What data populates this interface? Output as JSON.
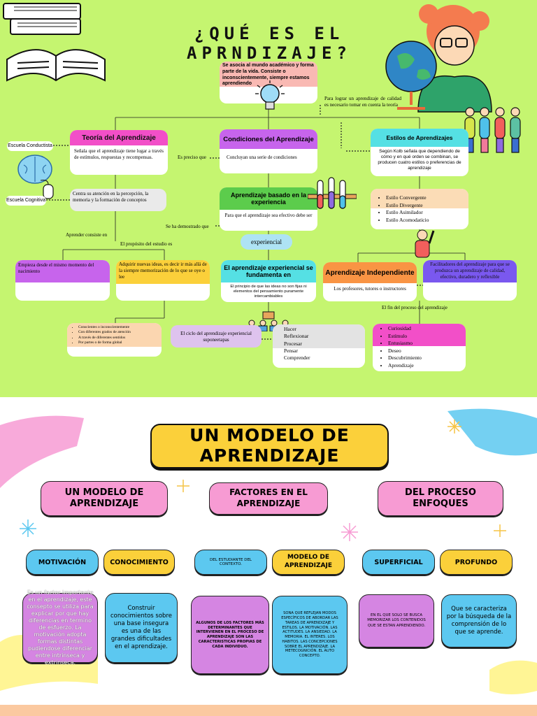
{
  "top": {
    "title": "¿QUÉ ES EL APRNDIZAJE?",
    "intro": "Se asocia al mundo académico y forma parte de la vida. Consiste o inconscientemente, siempre estamos aprendiendo",
    "theory": {
      "title": "Teoría del Aprendizaje",
      "desc": "Señala que el aprendizaje tiene lugar a través de estímulos, respuestas y recompensas.",
      "school1": "Escuela Conductista",
      "school2": "Escuela Cognitiva",
      "focus": "Centra su atención en la percepción, la memoria y la formación de conceptos",
      "consists": "Aprender consiste en",
      "purpose": "El propósito del estudio es",
      "left_box": "Empieza desde el mismo momento del nacimiento",
      "right_box": "Adquirir nuevas ideas, es decir ir más allá de la siempre memorización de lo que se oye o lee",
      "list": [
        "Conscientes o inconscientemente",
        "Con diferentes grados de atención",
        "A través de diferentes sentidos",
        "Por partes o de forma global"
      ]
    },
    "conditions": {
      "title": "Condiciones del Aprendizaje",
      "precise": "Es preciso que",
      "desc": "Concluyan una serie de condiciones",
      "shown": "Se ha demostrado que",
      "based_title": "Aprendizaje basado en la experiencia",
      "based_desc": "Para que el aprendizaje sea efectivo debe ser",
      "experiential": "experiencial",
      "exp_title": "El aprendizaje experiencial se fundamenta en",
      "exp_desc": "El principio de que las ideas no son fijas ni elementos del pensamiento puramente intercambiables",
      "cycle": "El ciclo del aprendizaje experiencial suponeetapas",
      "steps": [
        "Hacer",
        "Reflexionar",
        "Procesar",
        "Pensar",
        "Comprender"
      ]
    },
    "styles": {
      "note": "Para lograr un aprendizaje de calidad es necesario tomar en cuenta la teoría",
      "title": "Estilos de Aprendizajes",
      "desc": "Según Kolb señala que dependiendo de cómo y en qué orden se combinan, se producen cuatro estilos o preferencias de aprendizaje",
      "list": [
        "Estilo Convergente",
        "Estilo Divergente",
        "Estilo Asimilador",
        "Estilo Acomodaticio"
      ],
      "indep_title": "Aprendizaje Independiente",
      "indep_desc": "Los profesores, tutores o instructores",
      "facil": "Facilitadores del aprendizaje para que se produzca un aprendizaje de calidad, efectivo, duradero y reflexible",
      "goal": "El fin del proceso del aprendizaje",
      "goal_list": [
        "Curiosidad",
        "Estímulo",
        "Entusiasmo",
        "Deseo",
        "Descubrimiento",
        "Aprendizaje"
      ]
    }
  },
  "bottom": {
    "title_line1": "UN MODELO DE",
    "title_line2": "APRENDIZAJE",
    "branches": [
      {
        "label": "UN MODELO DE APRENDIZAJE",
        "children": [
          {
            "label": "MOTIVACIÓN",
            "text": "Es un factor importante en el aprendizaje, este consepto se utiliza para explicar por que hay diferencias en termino de esfuerzo. La motivación adopta formas distintas pudiendose diferenciar entre intrínseca y extrínseca."
          },
          {
            "label": "CONOCIMIENTO",
            "text": "Construir conocimientos sobre una base insegura es una de las grandes dificultades en el aprendizaje."
          }
        ]
      },
      {
        "label": "FACTORES EN EL APRENDIZAJE",
        "children": [
          {
            "label": "DEL ESTUDIANTE DEL CONTEXTO.",
            "text": "ALGUNOS DE LOS FACTORES MÁS DETERMINANTES QUE INTERVIENEN EN EL PROCESO DE APRENDIZAJE SON LAS CARACTERISTICAS PROPIAS DE CADA INDIVIDUO."
          },
          {
            "label": "MODELO DE APRENDIZAJE",
            "text": "SONA QUE REFLEJAN MODOS ESPECÍFICOS DE ABORDAR LAS TAREAS DE APRENDIZAJE Y ESTILOS. LA MOTIVACIÓN. LAS ACTITUDES. LA ANSIEDAD. LA MEMORIA. EL INTERES. LOS HABITOS. LAS CONCEPCIONES SOBRE EL APRENDIZAJE. LA METECOGNICIÓN. EL AUTO CONCEPTO."
          }
        ]
      },
      {
        "label": "DEL PROCESO ENFOQUES",
        "children": [
          {
            "label": "SUPERFICIAL",
            "text": "EN EL QUE SOLO SE BUSCA MEMORIZAR LOS CONTENIDOS QUE SE ESTAN APRENDIENDO."
          },
          {
            "label": "PROFUNDO",
            "text": "Que se caracteriza por la búsqueda de la comprensión de lo que se aprende."
          }
        ]
      }
    ]
  }
}
